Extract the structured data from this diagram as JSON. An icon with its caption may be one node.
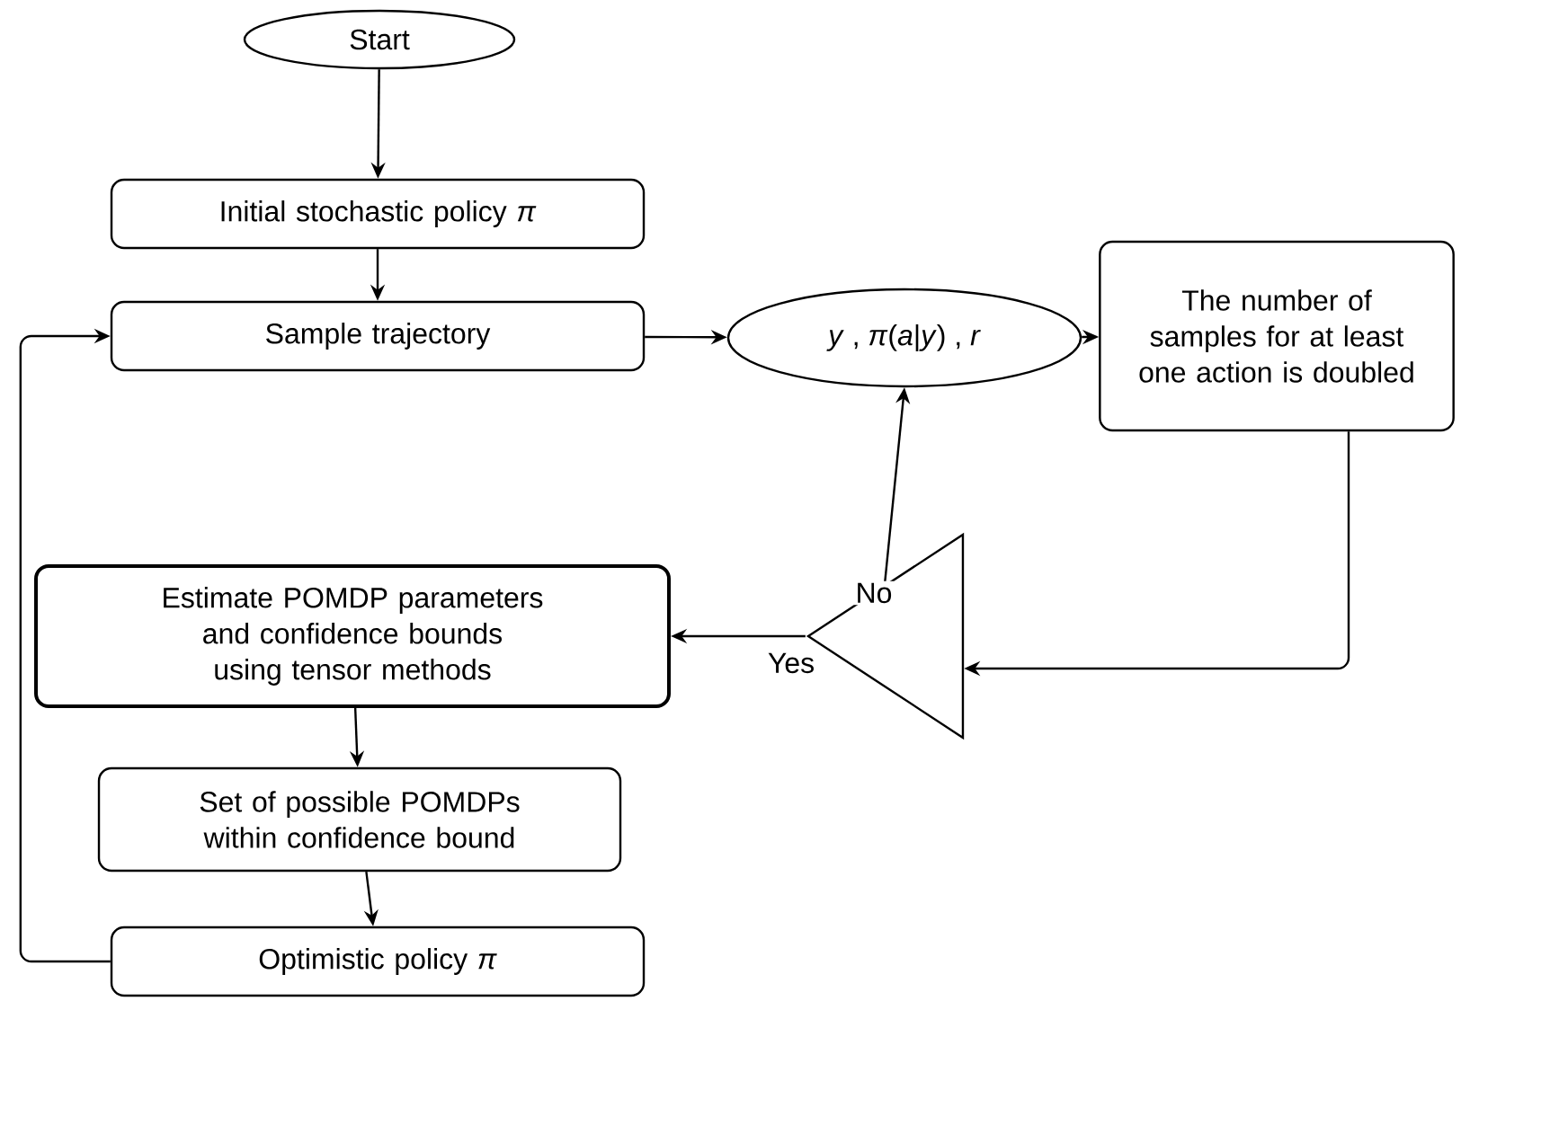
{
  "diagram": {
    "nodes": [
      {
        "text": [
          "Start"
        ]
      },
      {
        "text": [
          "Initial stochastic policy  *π*"
        ]
      },
      {
        "text": [
          "Sample trajectory"
        ]
      },
      {
        "text": [
          "*y* , *π*(*a*|*y*) , *r*"
        ]
      },
      {
        "text": [
          "The number of samples for at least one action is doubled"
        ]
      },
      {
        "text": [],
        "shape": "triangle"
      },
      {
        "text": [
          "Estimate POMDP parameters and confidence bounds using tensor methods"
        ]
      },
      {
        "text": [
          "Set of possible POMDPs within confidence bound"
        ]
      },
      {
        "text": [
          "Optimistic policy  *π*"
        ]
      }
    ],
    "edges": [
      {
        "from": 0,
        "to": 1,
        "arrow": "to"
      },
      {
        "from": 1,
        "to": 2,
        "arrow": "to"
      },
      {
        "from": 2,
        "to": 3,
        "arrow": "to"
      },
      {
        "from": 3,
        "to": 4,
        "arrow": "to"
      },
      {
        "from": 4,
        "to": 5,
        "arrow": "to"
      },
      {
        "from": 5,
        "to": 3,
        "arrow": "to",
        "label": "No"
      },
      {
        "from": 5,
        "to": 6,
        "arrow": "to",
        "label": "Yes"
      },
      {
        "from": 6,
        "to": 7,
        "arrow": "to"
      },
      {
        "from": 7,
        "to": 8,
        "arrow": "to"
      },
      {
        "from": 8,
        "to": 2,
        "arrow": "to"
      }
    ]
  }
}
